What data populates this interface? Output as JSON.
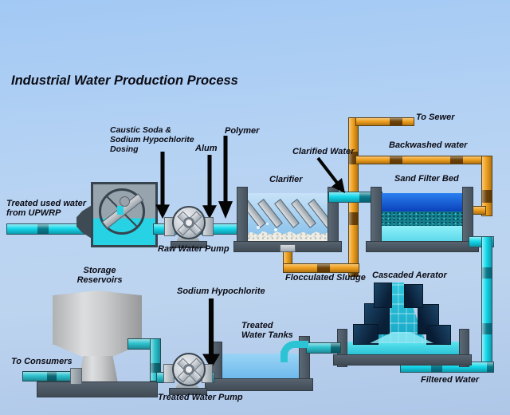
{
  "title": "Industrial Water Production Process",
  "colors": {
    "background_top": "#A2C9F4",
    "background_bottom": "#AEC7E8",
    "pipe_cyan": "#14D8EA",
    "pipe_cyan_dark": "#0B7C8E",
    "pipe_orange": "#F0A01E",
    "pipe_orange_dark": "#6E4309",
    "pipe_teal": "#2CC2CE",
    "tank_wall_gray": "#4C5A66",
    "clarifier_water": "#9CCCEE",
    "filter_water_blue": "#0C4CC8",
    "sand_layer": "#15808E",
    "aerator_navy": "#0C2B4C",
    "label_text": "#0B0B14",
    "metal_gray": "#C6CACE"
  },
  "labels": {
    "treated_used_water": "Treated used water\nfrom UPWRP",
    "dosing": "Caustic Soda &\nSodium Hypochlorite\nDosing",
    "alum": "Alum",
    "polymer": "Polymer",
    "raw_water_pump": "Raw Water Pump",
    "clarifier": "Clarifier",
    "clarified_water": "Clarified Water",
    "to_sewer": "To Sewer",
    "backwashed_water": "Backwashed water",
    "sand_filter_bed": "Sand Filter Bed",
    "flocculated_sludge": "Flocculated Sludge",
    "storage_reservoirs": "Storage\nReservoirs",
    "sodium_hypochlorite": "Sodium Hypochlorite",
    "treated_water_tanks": "Treated\nWater Tanks",
    "cascaded_aerator": "Cascaded Aerator",
    "to_consumers": "To Consumers",
    "treated_water_pump": "Treated Water Pump",
    "filtered_water": "Filtered Water"
  }
}
